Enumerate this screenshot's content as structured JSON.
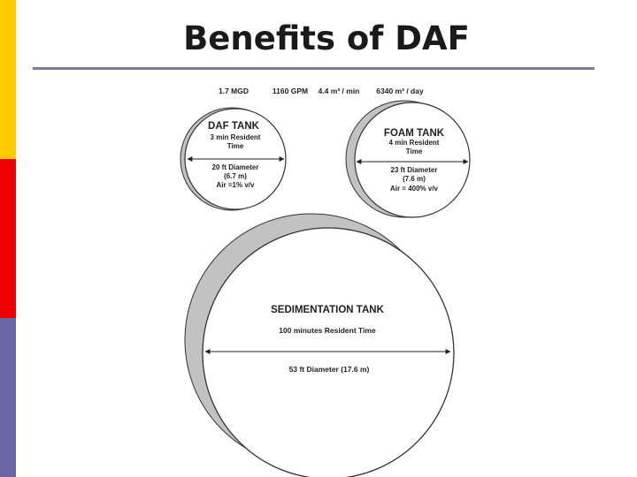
{
  "title": "Benefits of DAF",
  "colors": {
    "bar_top": "#ffcc00",
    "bar_middle": "#ee0000",
    "bar_bottom": "#6666a8",
    "title_rule": "#7a7a9c",
    "crescent": "#c2c2c2"
  },
  "diagram": {
    "flow": {
      "mgd": "1.7 MGD",
      "gpm": "1160 GPM",
      "m3_min": "4.4 m³ / min",
      "m3_day": "6340 m³ / day"
    },
    "daf_tank": {
      "name": "DAF TANK",
      "resident_time_1": "3 min Resident",
      "resident_time_2": "Time",
      "diameter_1": "20 ft Diameter",
      "diameter_2": "(6.7 m)",
      "air": "Air =1% v/v"
    },
    "foam_tank": {
      "name": "FOAM TANK",
      "resident_time_1": "4 min Resident",
      "resident_time_2": "Time",
      "diameter_1": "23 ft Diameter",
      "diameter_2": "(7.6 m)",
      "air": "Air = 400% v/v"
    },
    "sedimentation_tank": {
      "name": "SEDIMENTATION TANK",
      "resident_time": "100 minutes Resident Time",
      "diameter": "53 ft Diameter (17.6 m)"
    }
  }
}
